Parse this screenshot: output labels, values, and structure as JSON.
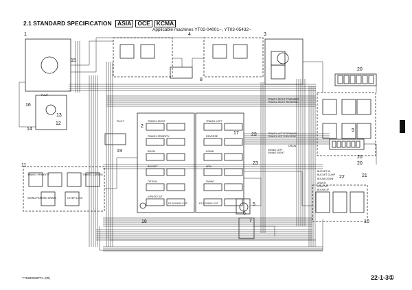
{
  "header": {
    "section": "2.1 STANDARD SPECIFICATION",
    "markets": [
      "ASIA",
      "OCE",
      "KCMA"
    ]
  },
  "applicable_machines": "Applicable machines YT02-04001~, YT03-05432~",
  "footer": {
    "code": "YT03Z0002TF1 (00)",
    "page_number": "22-1-3①"
  },
  "callouts": [
    "1",
    "2",
    "3",
    "4",
    "5",
    "6",
    "7",
    "8",
    "9",
    "10",
    "11",
    "12",
    "13",
    "14",
    "15",
    "16",
    "17",
    "18",
    "19",
    "20",
    "20",
    "20",
    "21",
    "22",
    "23",
    "23"
  ],
  "valve_labels": [
    "TRAVEL RIGHT",
    "TRAVEL LEFT",
    "TRAVEL PRIORITY",
    "REVERSE",
    "BOOM",
    "DOWN",
    "BUCKET",
    "ARM",
    "SWING",
    "OPTION",
    "N-PASS CUT",
    "BUCKET IN",
    "BUCKET DUMP",
    "ARM IN",
    "ARM OUT",
    "BOOM DOWN",
    "BOOM UP",
    "TRAVEL LEFT FORWARD",
    "TRAVEL LEFT REVERSE",
    "TRAVEL RIGHT FORWARD",
    "TRAVEL RIGHT REVERSE",
    "SWING LEFT",
    "SWING RIGHT",
    "P1 BYPASS CUT",
    "P2 BYPASS CUT",
    "TRAVEL PRIORITY",
    "LEVER LOCK",
    "SWING PARKING BRAKE",
    "TRAVEL 2-SPEED",
    "DRAIN",
    "PILOT",
    "PUMP"
  ],
  "icons": [
    "page-tab-marker"
  ]
}
